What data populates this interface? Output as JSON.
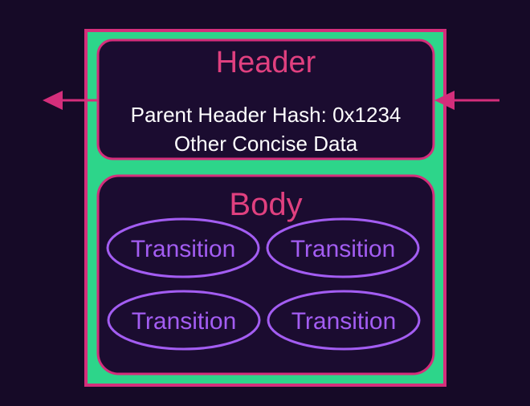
{
  "block": {
    "header": {
      "title": "Header",
      "lines": [
        "Parent Header Hash: 0x1234",
        "Other Concise Data"
      ]
    },
    "body": {
      "title": "Body",
      "transitions": [
        "Transition",
        "Transition",
        "Transition",
        "Transition"
      ]
    }
  },
  "colors": {
    "background": "#160a27",
    "outer_fill": "#2dd58a",
    "outer_border": "#d42e7b",
    "panel_fill": "#1b0c30",
    "panel_border": "#d42e7b",
    "title_text": "#e0407f",
    "body_text": "#ffffff",
    "transition": "#a35df2",
    "arrow": "#d42e7b"
  }
}
